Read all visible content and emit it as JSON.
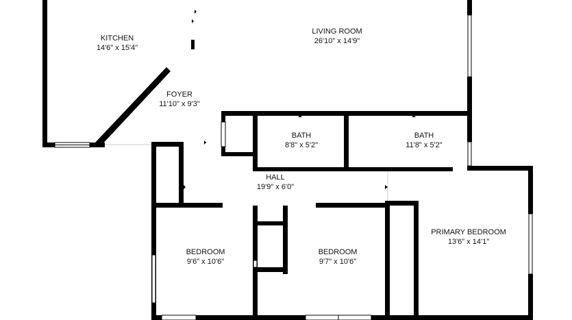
{
  "rooms": [
    {
      "id": "kitchen",
      "name": "KITCHEN",
      "dims": "14'6\" x 15'4\""
    },
    {
      "id": "living",
      "name": "LIVING ROOM",
      "dims": "26'10\" x 14'9\""
    },
    {
      "id": "foyer",
      "name": "FOYER",
      "dims": "11'10\" x 9'3\""
    },
    {
      "id": "bath1",
      "name": "BATH",
      "dims": "8'8\" x 5'2\""
    },
    {
      "id": "bath2",
      "name": "BATH",
      "dims": "11'8\" x 5'2\""
    },
    {
      "id": "hall",
      "name": "HALL",
      "dims": "19'9\" x 6'0\""
    },
    {
      "id": "bedroom1",
      "name": "BEDROOM",
      "dims": "9'6\" x 10'6\""
    },
    {
      "id": "bedroom2",
      "name": "BEDROOM",
      "dims": "9'7\" x 10'6\""
    },
    {
      "id": "primary",
      "name": "PRIMARY BEDROOM",
      "dims": "13'6\" x 14'1\""
    }
  ],
  "colors": {
    "wall": "#000000",
    "background": "#ffffff"
  }
}
